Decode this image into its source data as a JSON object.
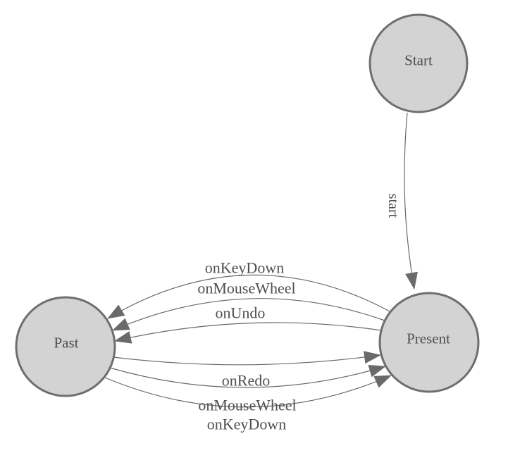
{
  "diagram": {
    "background_color": "#ffffff",
    "node_fill_color": "#d3d3d3",
    "node_border_color": "#6e6e6e",
    "edge_line_color": "#696969",
    "arrowhead_color": "#6a6a6a",
    "text_color": "#4f4f4f",
    "nodes": [
      {
        "id": "start",
        "label": "Start"
      },
      {
        "id": "past",
        "label": "Past"
      },
      {
        "id": "present",
        "label": "Present"
      }
    ],
    "edges": [
      {
        "from": "Start",
        "to": "Present",
        "label": "start"
      },
      {
        "from": "Present",
        "to": "Past",
        "label": "onKeyDown"
      },
      {
        "from": "Present",
        "to": "Past",
        "label": "onMouseWheel"
      },
      {
        "from": "Present",
        "to": "Past",
        "label": "onUndo"
      },
      {
        "from": "Past",
        "to": "Present",
        "label": "onRedo"
      },
      {
        "from": "Past",
        "to": "Present",
        "label": "onMouseWheel"
      },
      {
        "from": "Past",
        "to": "Present",
        "label": "onKeyDown"
      }
    ]
  }
}
